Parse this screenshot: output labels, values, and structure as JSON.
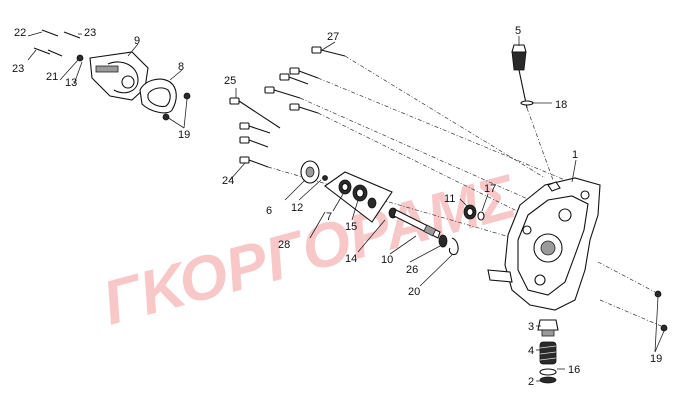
{
  "watermark": "ΓΚΟΡΓΟΡΑΜΣ",
  "callouts": [
    {
      "id": "c1",
      "text": "1"
    },
    {
      "id": "c2",
      "text": "2"
    },
    {
      "id": "c3",
      "text": "3"
    },
    {
      "id": "c4",
      "text": "4"
    },
    {
      "id": "c5",
      "text": "5"
    },
    {
      "id": "c6",
      "text": "6"
    },
    {
      "id": "c7",
      "text": "7"
    },
    {
      "id": "c8",
      "text": "8"
    },
    {
      "id": "c9",
      "text": "9"
    },
    {
      "id": "c10",
      "text": "10"
    },
    {
      "id": "c11",
      "text": "11"
    },
    {
      "id": "c12",
      "text": "12"
    },
    {
      "id": "c13",
      "text": "13"
    },
    {
      "id": "c14",
      "text": "14"
    },
    {
      "id": "c15",
      "text": "15"
    },
    {
      "id": "c16",
      "text": "16"
    },
    {
      "id": "c17",
      "text": "17"
    },
    {
      "id": "c18",
      "text": "18"
    },
    {
      "id": "c19a",
      "text": "19"
    },
    {
      "id": "c19b",
      "text": "19"
    },
    {
      "id": "c20",
      "text": "20"
    },
    {
      "id": "c21",
      "text": "21"
    },
    {
      "id": "c22",
      "text": "22"
    },
    {
      "id": "c23a",
      "text": "23"
    },
    {
      "id": "c23b",
      "text": "23"
    },
    {
      "id": "c24",
      "text": "24"
    },
    {
      "id": "c25",
      "text": "25"
    },
    {
      "id": "c26",
      "text": "26"
    },
    {
      "id": "c27",
      "text": "27"
    },
    {
      "id": "c28",
      "text": "28"
    }
  ]
}
